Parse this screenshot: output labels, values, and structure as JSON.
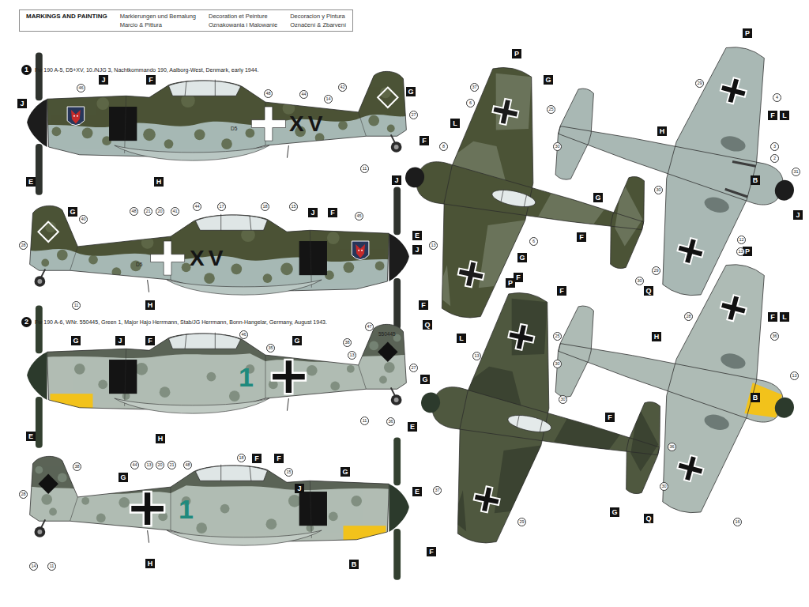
{
  "diagram": {
    "nodes": [
      {
        "text": [
          "MARKINGS AND PAINTING",
          "Markierungen und Bemalung",
          "Decoration et Peinture",
          "Decoracion y Pintura",
          "Marcio & Pittura",
          "Oznakowania i Malowanie",
          "Označení & Zbarvení"
        ]
      }
    ],
    "labels": [
      "1",
      "Fw 190 A-5, D5+XV, 10./NJG 3, Nachtkommando 190, Aalborg-West, Denmark, early 1944.",
      "2",
      "Fw 190 A-6, WNr. 550445, Green 1, Major Hajo Herrmann, Stab/JG Herrmann, Bonn-Hangelar, Germany, August 1943.",
      "XV",
      "D5",
      "XV",
      "D5",
      "1",
      "1",
      "550445",
      "J",
      "J",
      "F",
      "G",
      "E",
      "H",
      "G",
      "J",
      "F",
      "E",
      "J",
      "H",
      "G",
      "J",
      "F",
      "G",
      "E",
      "H",
      "E",
      "G",
      "F",
      "F",
      "G",
      "J",
      "E",
      "H",
      "B",
      "P",
      "G",
      "L",
      "F",
      "J",
      "G",
      "F",
      "F",
      "G",
      "P",
      "Q",
      "P",
      "F",
      "L",
      "H",
      "B",
      "J",
      "Q",
      "P",
      "F",
      "L",
      "H",
      "B",
      "Q",
      "G",
      "F",
      "F",
      "L",
      "F",
      "G",
      "F",
      "46",
      "48",
      "44",
      "14",
      "42",
      "27",
      "11",
      "28",
      "40",
      "48",
      "21",
      "20",
      "41",
      "44",
      "17",
      "18",
      "15",
      "45",
      "11",
      "46",
      "35",
      "47",
      "38",
      "13",
      "27",
      "11",
      "36",
      "28",
      "38",
      "44",
      "13",
      "20",
      "21",
      "48",
      "18",
      "15",
      "14",
      "11",
      "25",
      "37",
      "6",
      "8",
      "30",
      "30",
      "13",
      "6",
      "29",
      "4",
      "3",
      "2",
      "31",
      "12",
      "13",
      "30",
      "29",
      "25",
      "13",
      "30",
      "36",
      "30",
      "37",
      "29",
      "28",
      "36",
      "13",
      "30",
      "16"
    ]
  }
}
